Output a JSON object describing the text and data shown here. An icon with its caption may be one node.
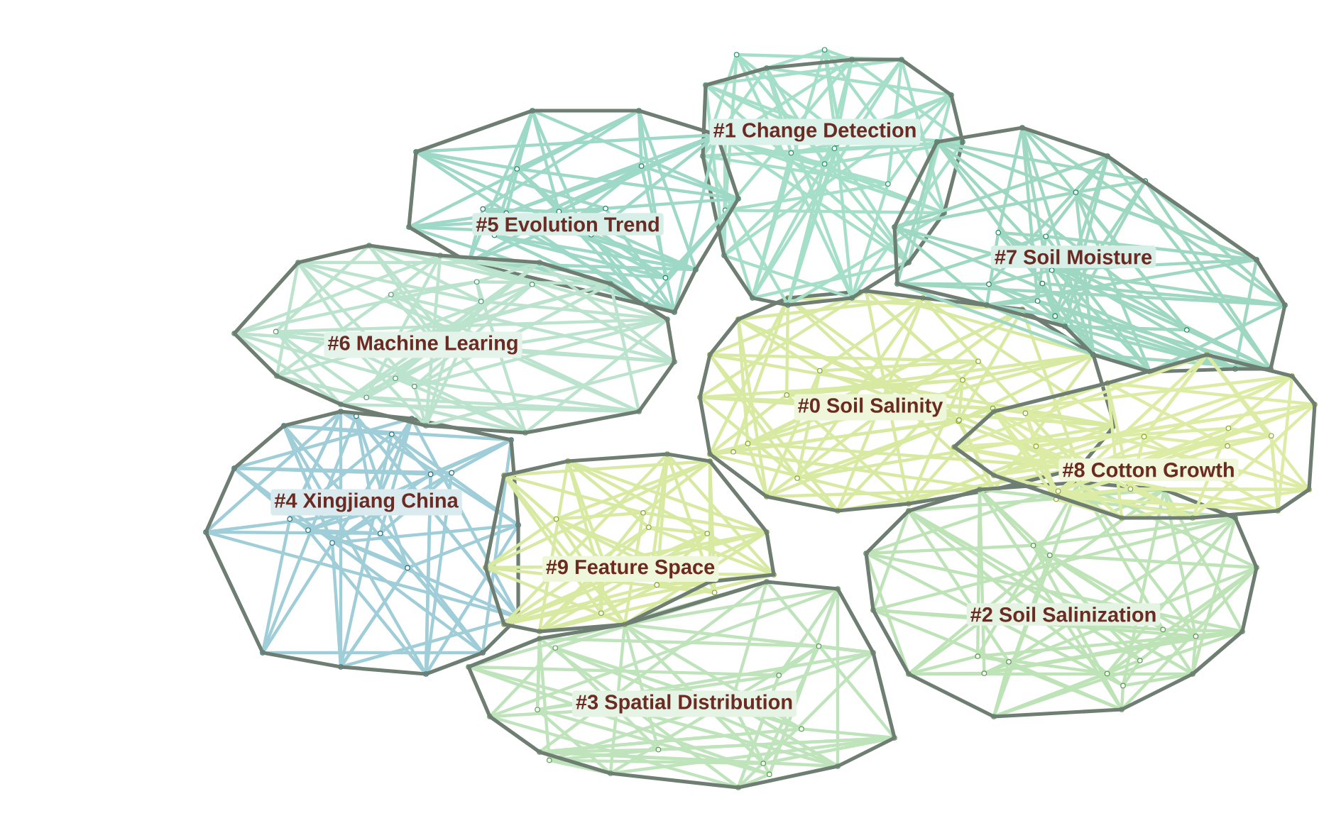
{
  "diagram": {
    "nodes": [
      {
        "text": [
          "#0 Soil Salinity"
        ]
      },
      {
        "text": [
          "#1 Change Detection"
        ]
      },
      {
        "text": [
          "#2 Soil Salinization"
        ]
      },
      {
        "text": [
          "#3 Spatial Distribution"
        ]
      },
      {
        "text": [
          "#4 Xingjiang China"
        ]
      },
      {
        "text": [
          "#5 Evolution Trend"
        ]
      },
      {
        "text": [
          "#6 Machine Learing"
        ]
      },
      {
        "text": [
          "#7 Soil Moisture"
        ]
      },
      {
        "text": [
          "#8 Cotton Growth"
        ]
      },
      {
        "text": [
          "#9 Feature Space"
        ]
      }
    ]
  }
}
